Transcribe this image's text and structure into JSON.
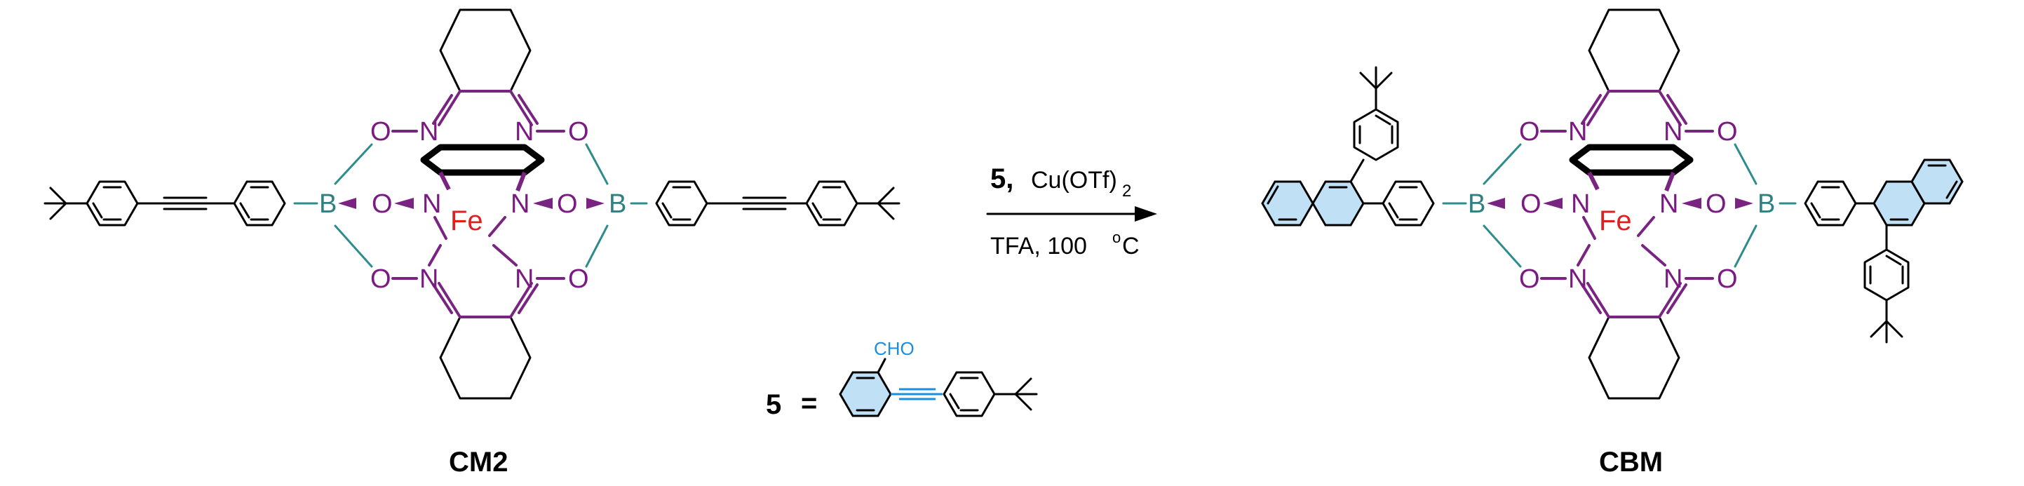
{
  "reaction": {
    "reagent_number": "5,",
    "catalyst": "Cu(OTf)",
    "catalyst_subscript": "2",
    "conditions": "TFA,  100",
    "temperature_superscript": "o",
    "temperature_unit": "C"
  },
  "compounds": {
    "starting_label": "CM2",
    "product_label": "CBM",
    "reagent_lhs": "5",
    "reagent_equals": "=",
    "aldehyde_group": "CHO"
  },
  "atoms": {
    "N": "N",
    "O": "O",
    "B": "B",
    "Fe": "Fe"
  },
  "colors": {
    "bond": "#000000",
    "cage_bond": "#7a2482",
    "boron_bond": "#2f8c8c",
    "iron": "#e02020",
    "naphthalene_fill": "#bfe0f5",
    "aldehyde": "#1a8fe0"
  }
}
